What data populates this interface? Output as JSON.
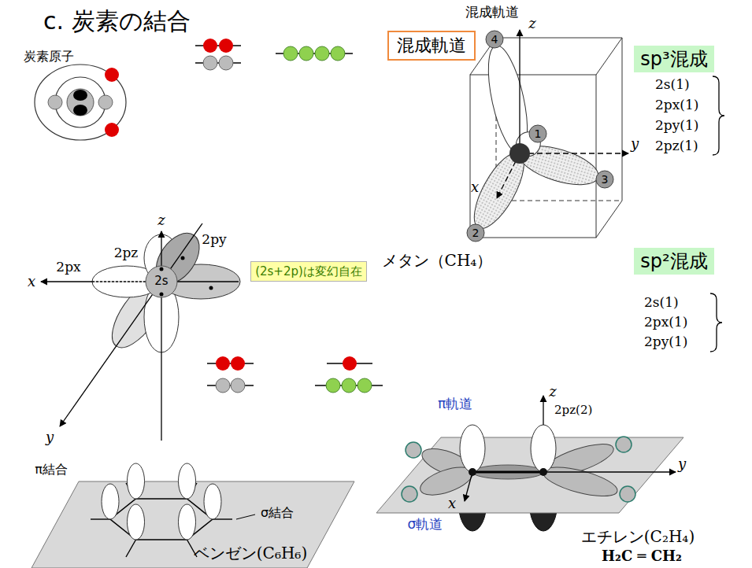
{
  "diagram": {
    "title": "c. 炭素の結合",
    "nodes": [
      {
        "text": [
          "混成軌道"
        ]
      },
      {
        "text": [
          "sp³混成"
        ]
      },
      {
        "text": [
          "(2s+2p)は変幻自在"
        ]
      },
      {
        "text": [
          "sp²混成"
        ]
      }
    ],
    "labels": [
      "炭素原子",
      "混成軌道",
      "4",
      "z",
      "1",
      "y",
      "2s(1)",
      "2px(1)",
      "2py(1)",
      "2pz(1)",
      "3",
      "x",
      "2",
      "z",
      "2pz",
      "2py",
      "2px",
      "メタン（CH₄）",
      "x",
      "2s",
      "2s(1)",
      "2px(1)",
      "2py(1)",
      "y",
      "z",
      "π軌道",
      "2pz(2)",
      "y",
      "π結合",
      "x",
      "σ結合",
      "σ軌道",
      "エチレン(C₂H₄)",
      "ベンゼン(C₆H₆)",
      "H₂C ═ CH₂"
    ]
  }
}
